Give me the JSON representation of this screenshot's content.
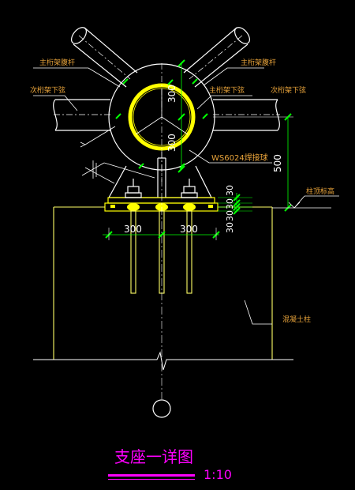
{
  "drawing": {
    "title": "支座一详图",
    "scale": "1:10",
    "labels": {
      "main_chord_web": "主桁架腹杆",
      "secondary_chord_bottom": "次桁架下弦",
      "main_chord_bottom": "主桁架下弦",
      "weld_ball": "WS6024焊接球",
      "column_top_elevation": "柱顶标高",
      "concrete_column": "混凝土柱"
    },
    "dimensions": {
      "ball_upper": "300",
      "ball_lower": "300",
      "height_500": "500",
      "plate_30a": "30",
      "plate_30b": "30",
      "plate_30c": "30",
      "plate_30d": "30",
      "bolt_left": "300",
      "bolt_right": "300"
    },
    "colors": {
      "background": "#000000",
      "structure": "#ffffff",
      "ball_inner": "#ffff00",
      "column": "#ffff66",
      "dimension": "#00ff00",
      "annotation": "#e8a33a",
      "title": "#ff00ff"
    }
  }
}
